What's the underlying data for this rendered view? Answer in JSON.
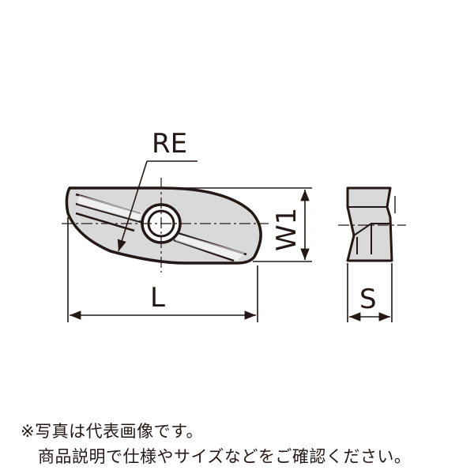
{
  "diagram": {
    "labels": {
      "corner_radius": "RE",
      "length": "L",
      "width": "W1",
      "thickness": "S"
    }
  },
  "notes": {
    "line1": "※写真は代表画像です。",
    "line2": "商品説明で仕様やサイズなどをご確認ください。"
  },
  "colors": {
    "outline": "#231815",
    "fill": "#d9d9d9"
  }
}
